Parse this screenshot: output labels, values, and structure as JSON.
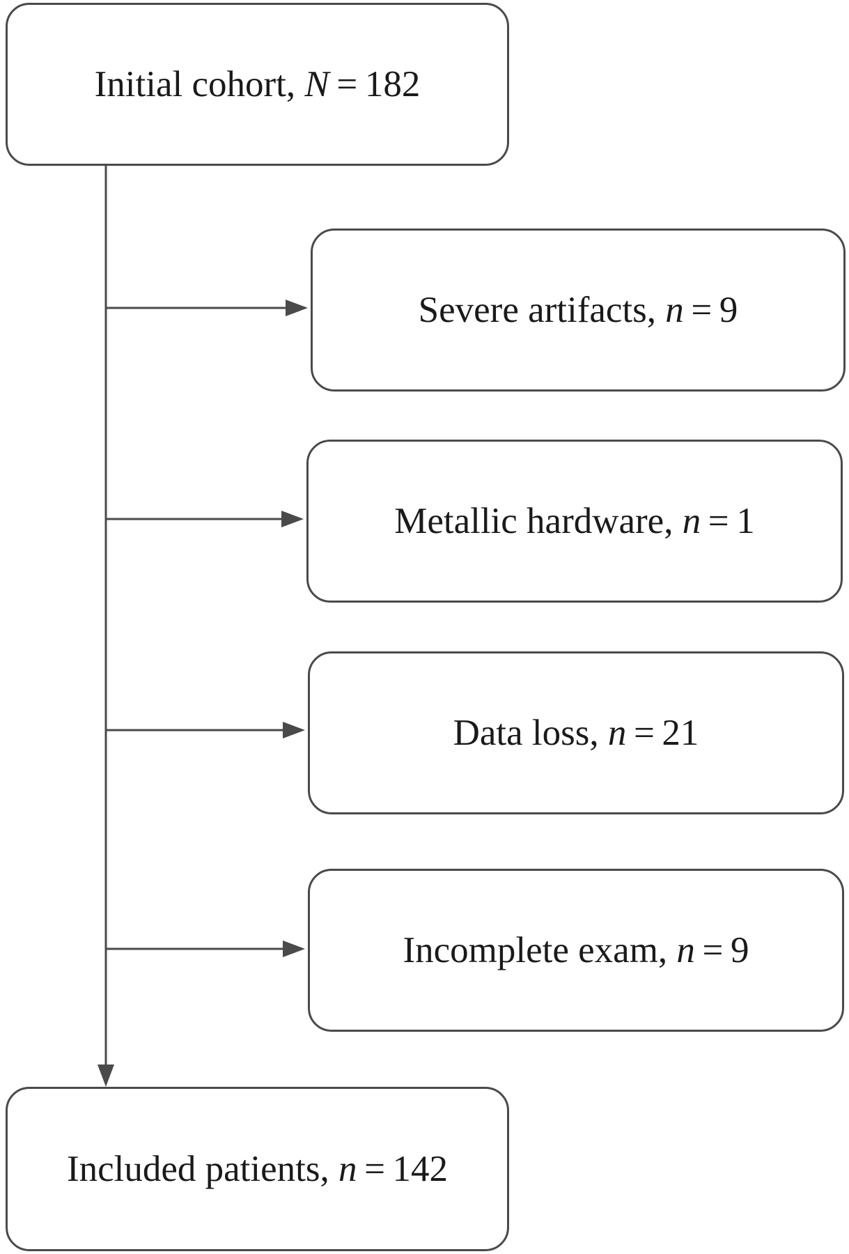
{
  "flowchart": {
    "initial": {
      "label": "Initial cohort,",
      "var": "N",
      "eq": "=",
      "value": "182"
    },
    "exclusions": [
      {
        "label": "Severe artifacts,",
        "var": "n",
        "eq": "=",
        "value": "9"
      },
      {
        "label": "Metallic hardware,",
        "var": "n",
        "eq": "=",
        "value": "1"
      },
      {
        "label": "Data loss,",
        "var": "n",
        "eq": "=",
        "value": "21"
      },
      {
        "label": "Incomplete exam,",
        "var": "n",
        "eq": "=",
        "value": "9"
      }
    ],
    "included": {
      "label": "Included patients,",
      "var": "n",
      "eq": "=",
      "value": "142"
    }
  },
  "colors": {
    "stroke": "#4a4a4a",
    "text": "#1a1a1a",
    "background": "#ffffff"
  }
}
